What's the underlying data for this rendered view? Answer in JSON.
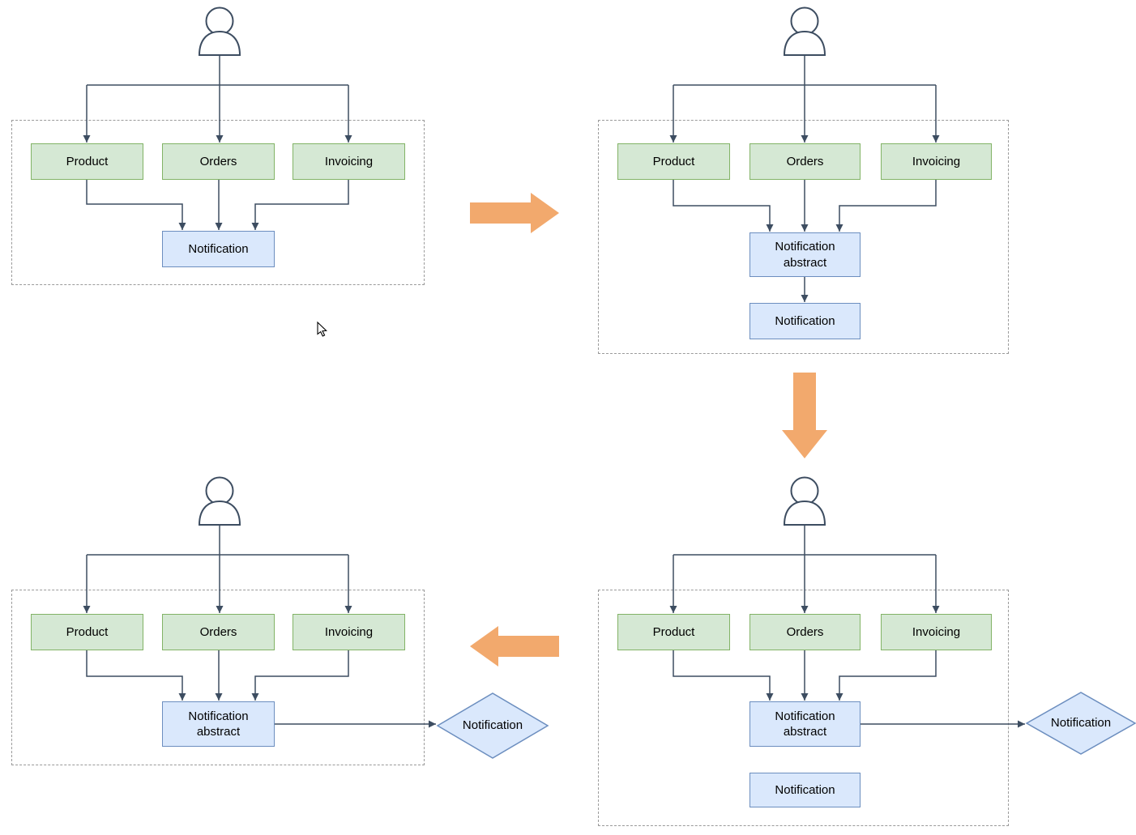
{
  "diagram": {
    "top_left": {
      "services": [
        "Product",
        "Orders",
        "Invoicing"
      ],
      "notification": "Notification"
    },
    "top_right": {
      "services": [
        "Product",
        "Orders",
        "Invoicing"
      ],
      "notification_abstract": "Notification abstract",
      "notification": "Notification"
    },
    "bottom_right": {
      "services": [
        "Product",
        "Orders",
        "Invoicing"
      ],
      "notification_abstract": "Notification abstract",
      "notification_internal": "Notification",
      "notification_external": "Notification"
    },
    "bottom_left": {
      "services": [
        "Product",
        "Orders",
        "Invoicing"
      ],
      "notification_abstract": "Notification abstract",
      "notification_external": "Notification"
    }
  },
  "colors": {
    "service_fill": "#d5e8d4",
    "service_stroke": "#82b366",
    "notification_fill": "#dae8fc",
    "notification_stroke": "#6c8ebf",
    "connector": "#3d4d61",
    "boundary_dash": "#9a9a9a",
    "transition_arrow": "#f2a96d"
  }
}
